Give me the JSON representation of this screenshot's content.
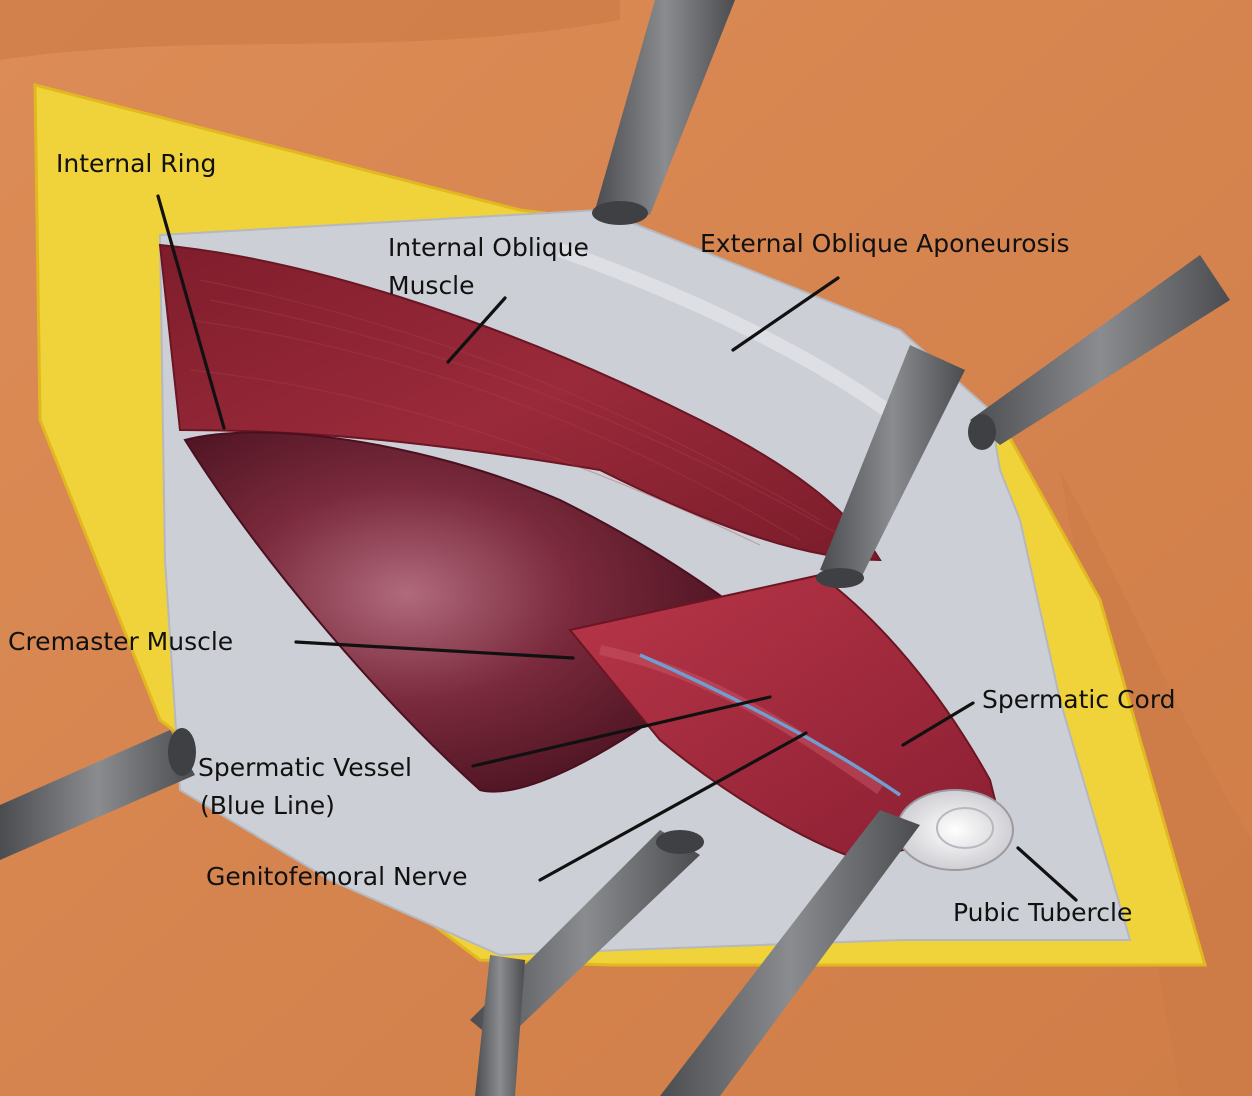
{
  "colors": {
    "skin": "#d98850",
    "skin_shadow": "#c27040",
    "fat": "#f0d23a",
    "fascia": "#cdcfd6",
    "muscle": "#8e2233",
    "cremaster": "#6e1e2e",
    "cord": "#a8283e",
    "vessel": "#6e9fd0",
    "retractor": "#6d6f72"
  },
  "labels": {
    "internal_ring": "Internal Ring",
    "internal_oblique_line1": "Internal Oblique",
    "internal_oblique_line2": "Muscle",
    "external_oblique": "External Oblique Aponeurosis",
    "cremaster": "Cremaster Muscle",
    "spermatic_cord": "Spermatic Cord",
    "spermatic_vessel_line1": "Spermatic Vessel",
    "spermatic_vessel_line2": "(Blue Line)",
    "genitofemoral": "Genitofemoral Nerve",
    "pubic_tubercle": "Pubic Tubercle"
  }
}
